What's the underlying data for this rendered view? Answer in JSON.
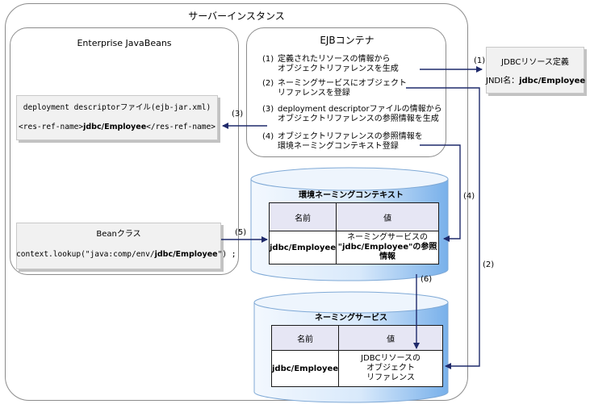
{
  "server_instance": {
    "title": "サーバーインスタンス"
  },
  "enterprise_javabeans": {
    "title": "Enterprise JavaBeans"
  },
  "ejb_container": {
    "title": "EJBコンテナ",
    "steps": [
      {
        "num": "(1)",
        "line1": "定義されたリソースの情報から",
        "line2": "オブジェクトリファレンスを生成"
      },
      {
        "num": "(2)",
        "line1": "ネーミングサービスにオブジェクト",
        "line2": "リファレンスを登録"
      },
      {
        "num": "(3)",
        "line1": "deployment descriptorファイルの情報から",
        "line2": "オブジェクトリファレンスの参照情報を生成"
      },
      {
        "num": "(4)",
        "line1": "オブジェクトリファレンスの参照情報を",
        "line2": "環境ネーミングコンテキスト登録"
      }
    ]
  },
  "jdbc_def": {
    "title": "JDBCリソース定義",
    "jndi_label": "JNDI名：",
    "jndi_value": "jdbc/Employee"
  },
  "deployment_descriptor": {
    "title": "deployment descriptorファイル(ejb-jar.xml)",
    "tag_open": "<res-ref-name>",
    "value": "jdbc/Employee",
    "tag_close": "</res-ref-name>"
  },
  "bean_class": {
    "title": "Beanクラス",
    "code_prefix": "context.lookup(\"java:comp/env/",
    "code_value": "jdbc/Employee",
    "code_suffix": "\") ;"
  },
  "env_naming_context": {
    "title": "環境ネーミングコンテキスト",
    "headers": {
      "name": "名前",
      "value": "値"
    },
    "row": {
      "name": "jdbc/Employee",
      "value_line1": "ネーミングサービスの",
      "value_line2": "\"jdbc/Employee\"の参照情報"
    }
  },
  "naming_service": {
    "title": "ネーミングサービス",
    "headers": {
      "name": "名前",
      "value": "値"
    },
    "row": {
      "name": "jdbc/Employee",
      "value_line1": "JDBCリソースの",
      "value_line2": "オブジェクト",
      "value_line3": "リファレンス"
    }
  },
  "arrow_labels": {
    "a1": "(1)",
    "a2": "(2)",
    "a3": "(3)",
    "a4": "(4)",
    "a5": "(5)",
    "a6": "(6)"
  },
  "colors": {
    "arrow": "#1f2a6b",
    "cylinder_light": "#f0f6fd",
    "cylinder_dark": "#7fb4ea",
    "table_header": "#e6e6f4"
  }
}
